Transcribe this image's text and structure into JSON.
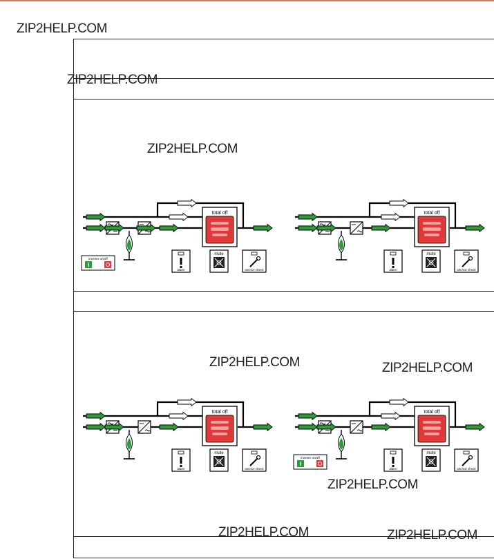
{
  "watermark": "ZIP2HELP.COM",
  "panel_labels": {
    "total_off": "total off",
    "alarm": "alarm",
    "mute": "mute",
    "service_check": "service check",
    "inverter_on_off": "inverter on/off"
  },
  "colors": {
    "accent_rule": "#d9785a",
    "flow_arrow": "#2e9a3a",
    "total_off_button": "#e0393a",
    "inverter_on": "#2e9a3a",
    "inverter_off": "#e0393a"
  }
}
